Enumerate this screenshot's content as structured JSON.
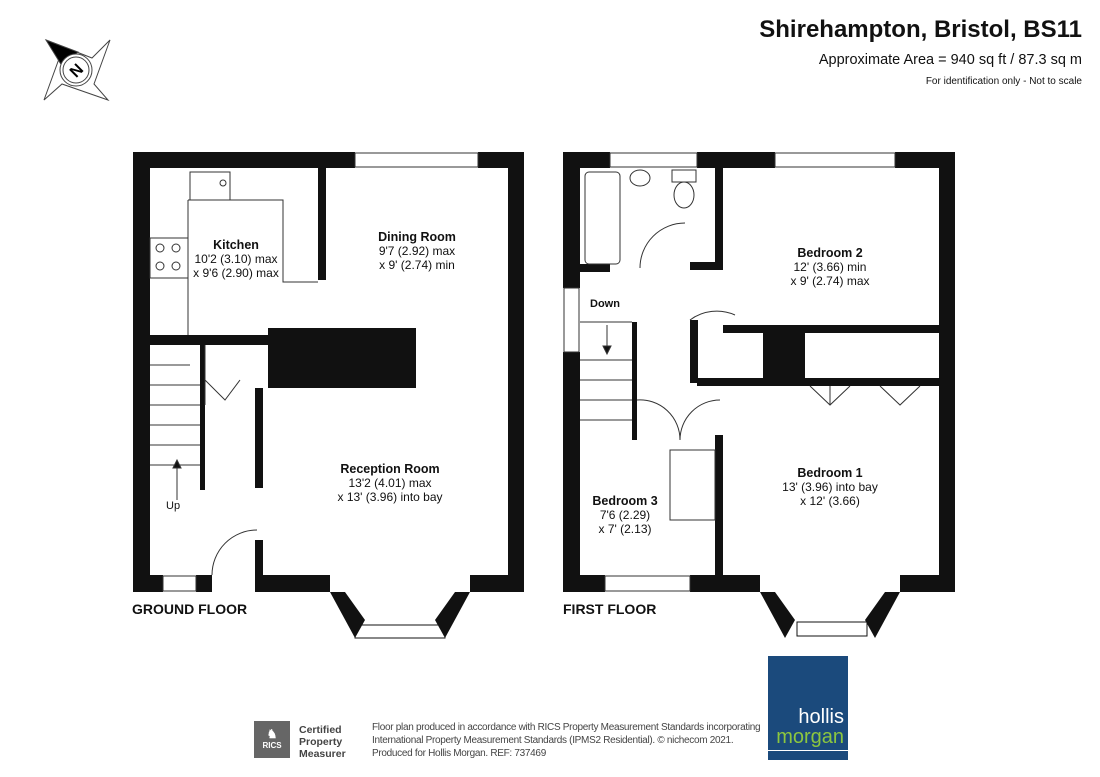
{
  "header": {
    "title": "Shirehampton, Bristol, BS11",
    "area": "Approximate Area = 940 sq ft / 87.3 sq m",
    "note": "For identification only - Not to scale"
  },
  "compass": {
    "icon": "north-compass-icon",
    "label": "N"
  },
  "ground_floor": {
    "label": "GROUND FLOOR",
    "rooms": [
      {
        "name": "Kitchen",
        "dims1": "10'2 (3.10) max",
        "dims2": "x 9'6 (2.90) max"
      },
      {
        "name": "Dining Room",
        "dims1": "9'7 (2.92) max",
        "dims2": "x 9' (2.74) min"
      },
      {
        "name": "Reception Room",
        "dims1": "13'2 (4.01) max",
        "dims2": "x 13' (3.96) into bay"
      }
    ],
    "stairs_label": "Up"
  },
  "first_floor": {
    "label": "FIRST FLOOR",
    "rooms": [
      {
        "name": "Bedroom 2",
        "dims1": "12' (3.66) min",
        "dims2": "x 9' (2.74) max"
      },
      {
        "name": "Bedroom 1",
        "dims1": "13' (3.96) into bay",
        "dims2": "x 12' (3.66)"
      },
      {
        "name": "Bedroom 3",
        "dims1": "7'6 (2.29)",
        "dims2": "x 7' (2.13)"
      }
    ],
    "stairs_label": "Down"
  },
  "footer": {
    "rics_logo": "RICS",
    "cert_lines": [
      "Certified",
      "Property",
      "Measurer"
    ],
    "lines": [
      "Floor plan produced in accordance with RICS Property Measurement Standards incorporating",
      "International Property Measurement Standards (IPMS2 Residential).   © nichecom 2021.",
      "Produced for Hollis Morgan.   REF:  737469"
    ],
    "brand": {
      "line1": "hollis",
      "line2": "morgan",
      "bg": "#1b4a7c",
      "accent": "#8cc63f"
    }
  }
}
